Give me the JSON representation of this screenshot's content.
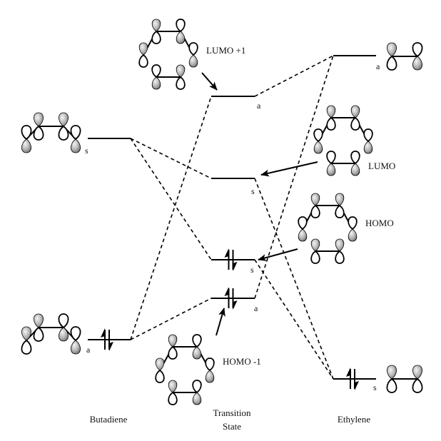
{
  "diagram": {
    "columns": {
      "butadiene": "Butadiene",
      "transition_state_line1": "Transition",
      "transition_state_line2": "State",
      "ethylene": "Ethylene"
    },
    "butadiene_levels": [
      {
        "id": "bu-s",
        "symmetry": "s",
        "electrons": 0
      },
      {
        "id": "bu-a",
        "symmetry": "a",
        "electrons": 2
      }
    ],
    "ethylene_levels": [
      {
        "id": "et-a",
        "symmetry": "a",
        "electrons": 0
      },
      {
        "id": "et-s",
        "symmetry": "s",
        "electrons": 2
      }
    ],
    "ts_levels": [
      {
        "id": "ts-lumo1",
        "name": "LUMO +1",
        "symmetry": "a",
        "electrons": 0
      },
      {
        "id": "ts-lumo",
        "name": "LUMO",
        "symmetry": "s",
        "electrons": 0
      },
      {
        "id": "ts-homo",
        "name": "HOMO",
        "symmetry": "s",
        "electrons": 2
      },
      {
        "id": "ts-homo1",
        "name": "HOMO -1",
        "symmetry": "a",
        "electrons": 2
      }
    ],
    "correlations": [
      {
        "from": "bu-a",
        "to": "ts-lumo1"
      },
      {
        "from": "ts-lumo1",
        "to": "et-a"
      },
      {
        "from": "bu-s",
        "to": "ts-lumo"
      },
      {
        "from": "bu-s",
        "to": "ts-homo"
      },
      {
        "from": "bu-a",
        "to": "ts-homo1"
      },
      {
        "from": "ts-homo1",
        "to": "et-a"
      },
      {
        "from": "ts-lumo",
        "to": "et-s"
      },
      {
        "from": "ts-homo",
        "to": "et-s"
      }
    ],
    "colors": {
      "line": "#000000",
      "lobe_shade_light": "#f2f2f2",
      "lobe_shade_dark": "#6e6e6e"
    }
  }
}
